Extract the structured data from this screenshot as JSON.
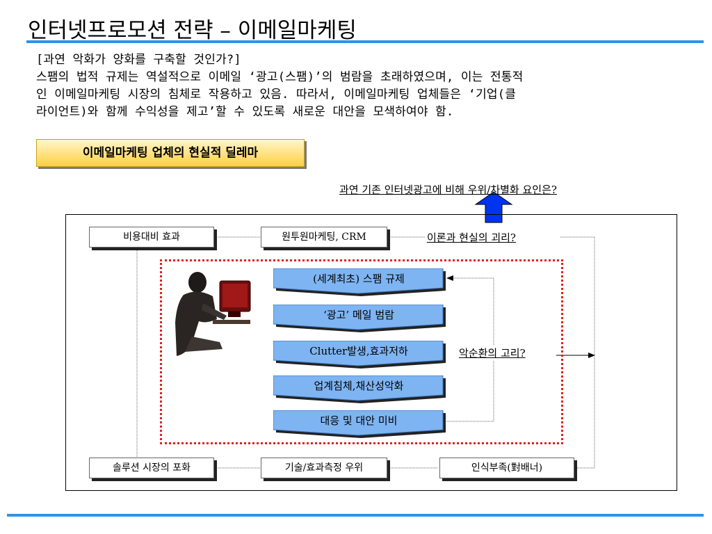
{
  "title": "인터넷프로모션 전략 – 이메일마케팅",
  "intro": {
    "line1": "[과연 악화가 양화를 구축할 것인가?]",
    "line2": "스팸의 법적 규제는 역설적으로 이메일 ‘광고(스팸)’의 범람을 초래하였으며, 이는 전통적",
    "line3": "인 이메일마케팅 시장의 침체로 작용하고 있음. 따라서, 이메일마케팅 업체들은 ‘기업(클",
    "line4": "라이언트)와 함께 수익성을 제고’할 수 있도록 새로운 대안을 모색하여야 함."
  },
  "dilemma_label": "이메일마케팅 업체의 현실적 딜레마",
  "top_question": "과연 기존 인터넷광고에 비해 우위/차별화 요인은?",
  "boxes": {
    "cost": "비용대비 효과",
    "one_to_one": "원투원마케팅, CRM",
    "solution": "솔루션 시장의 포화",
    "tech": "기술/효과측정 우위",
    "awareness": "인식부족(對배너)"
  },
  "gap_label": "이론과 현실의 괴리?",
  "vicious_label": "악순환의 고리?",
  "flow": [
    "(세계최초) 스팸 규제",
    "‘광고’ 메일 범람",
    "Clutter발생,효과저하",
    "업계침체,채산성악화",
    "대응 및 대안 미비"
  ],
  "colors": {
    "accent_blue": "#2f93e8",
    "flow_blue": "#7eb4f2",
    "dotted_red": "#e02020",
    "dilemma_yellow": "#ffd040",
    "arrow_blue": "#0033ee"
  }
}
